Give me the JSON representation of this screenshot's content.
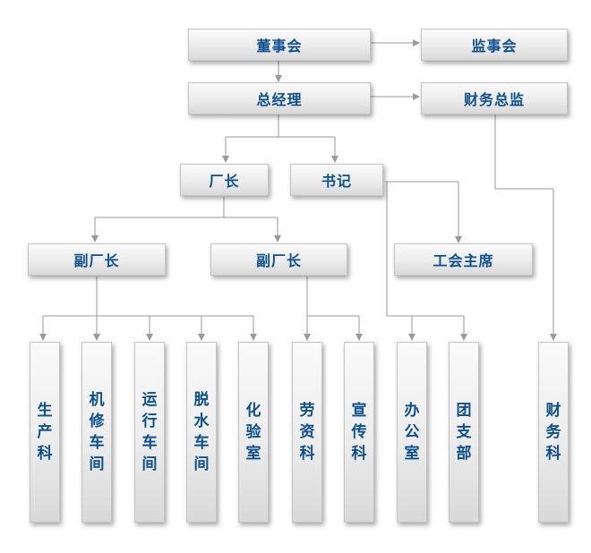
{
  "boxes": {
    "board": "董事会",
    "supervisors": "监事会",
    "general_manager": "总经理",
    "finance_director": "财务总监",
    "plant_manager": "厂长",
    "secretary": "书记",
    "deputy_manager_1": "副厂长",
    "deputy_manager_2": "副厂长",
    "union_chair": "工会主席",
    "production": "生产科",
    "mech_repair": "机修车间",
    "operations": "运行车间",
    "dewatering": "脱水车间",
    "lab": "化验室",
    "labor_capital": "劳资科",
    "publicity": "宣传科",
    "office": "办公室",
    "youth_league": "团支部",
    "finance_dept": "财务科"
  },
  "colors": {
    "text": "#0b4f8f",
    "connector": "#9a9a9a",
    "box_border": "#c4c4c4"
  }
}
